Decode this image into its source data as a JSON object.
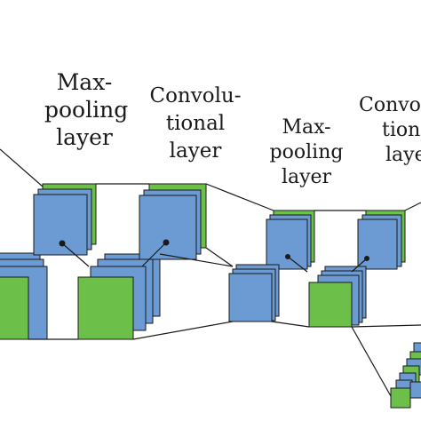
{
  "labels": {
    "maxpool1": [
      "Max-",
      "pooling",
      "layer"
    ],
    "conv1": [
      "Convolu-",
      "tional",
      "layer"
    ],
    "maxpool2": [
      "Max-",
      "pooling",
      "layer"
    ],
    "conv2": [
      "Convolu-",
      "tional",
      "layer"
    ]
  },
  "colors": {
    "blue": "#6b9bd2",
    "green": "#6cc04a",
    "outline": "#1a1a1a",
    "background": "#ffffff"
  }
}
